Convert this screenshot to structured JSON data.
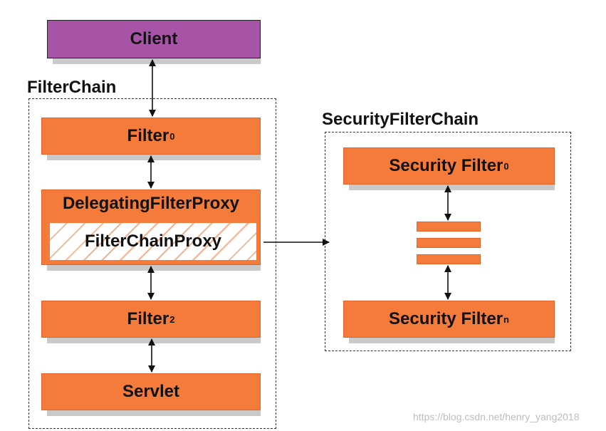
{
  "client": {
    "label": "Client"
  },
  "filter_chain": {
    "title": "FilterChain",
    "filter0": {
      "label": "Filter",
      "sub": "0"
    },
    "delegating": {
      "label": "DelegatingFilterProxy",
      "inner_label": "FilterChainProxy"
    },
    "filter2": {
      "label": "Filter",
      "sub": "2"
    },
    "servlet": {
      "label": "Servlet"
    }
  },
  "security_filter_chain": {
    "title": "SecurityFilterChain",
    "security_filter0": {
      "label": "Security Filter",
      "sub": "0"
    },
    "security_filtern": {
      "label": "Security Filter",
      "sub": "n"
    }
  },
  "watermark": "https://blog.csdn.net/henry_yang2018",
  "colors": {
    "orange": "#f47b3a",
    "purple": "#a754a6",
    "hatch": "#f7b38f"
  }
}
